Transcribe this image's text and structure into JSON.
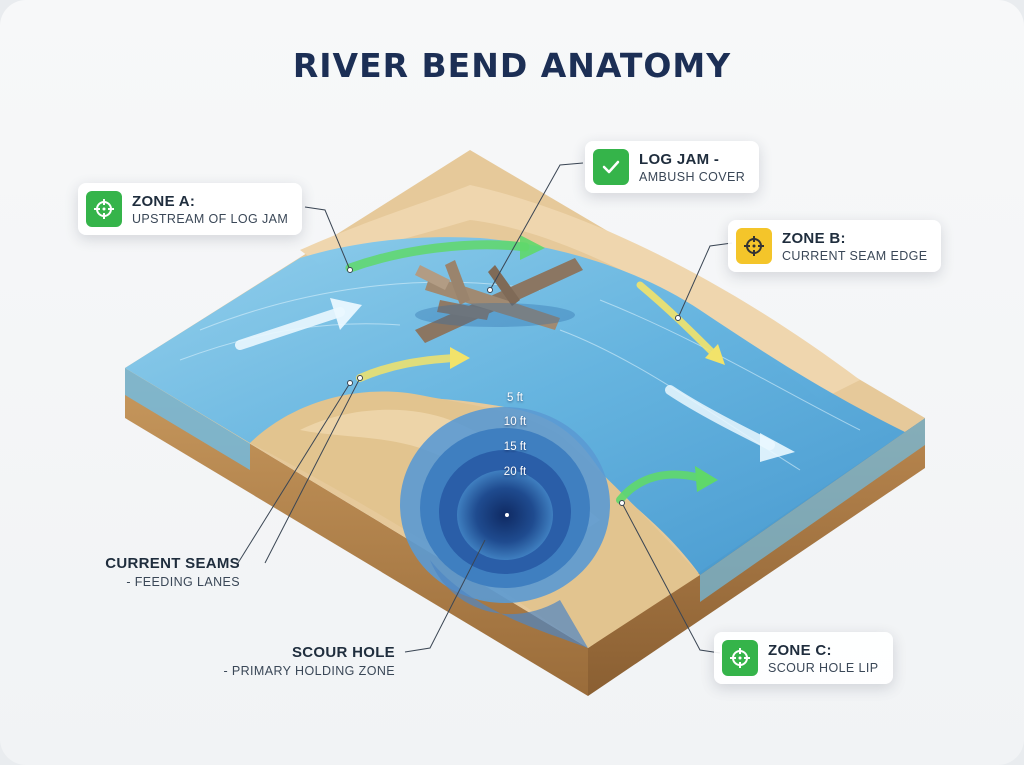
{
  "title": "RIVER BEND ANATOMY",
  "callouts": {
    "zone_a": {
      "title": "ZONE A:",
      "subtitle": "UPSTREAM OF LOG JAM",
      "icon": "crosshair-icon",
      "color": "#35b44a"
    },
    "log_jam": {
      "title": "LOG JAM -",
      "subtitle": "AMBUSH COVER",
      "icon": "checkmark-icon",
      "color": "#35b44a"
    },
    "zone_b": {
      "title": "ZONE B:",
      "subtitle": "CURRENT SEAM EDGE",
      "icon": "crosshair-icon",
      "color": "#f4c52a"
    },
    "zone_c": {
      "title": "ZONE C:",
      "subtitle": "SCOUR HOLE LIP",
      "icon": "crosshair-icon",
      "color": "#35b44a"
    }
  },
  "labels": {
    "current_seams": {
      "title": "CURRENT SEAMS",
      "subtitle": "- FEEDING LANES"
    },
    "scour_hole": {
      "title": "SCOUR HOLE",
      "subtitle": "- PRIMARY HOLDING ZONE"
    }
  },
  "depths": [
    "5 ft",
    "10 ft",
    "15 ft",
    "20 ft"
  ],
  "colors": {
    "title": "#1c2f55",
    "water": "#5fb3e3",
    "sand": "#e6c99a",
    "deep": "#12306a",
    "flow_green": "#5fd86a",
    "flow_yellow": "#f2e36a"
  }
}
